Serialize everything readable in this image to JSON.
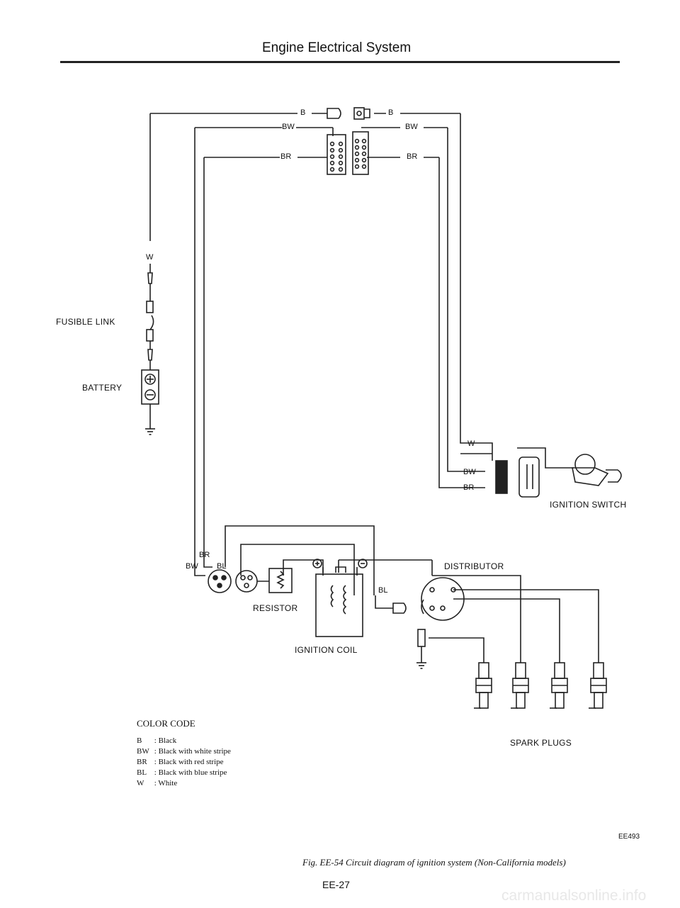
{
  "header": {
    "title": "Engine Electrical System"
  },
  "labels": {
    "fusible_link": "FUSIBLE LINK",
    "battery": "BATTERY",
    "resistor": "RESISTOR",
    "ignition_coil": "IGNITION COIL",
    "distributor": "DISTRIBUTOR",
    "ignition_switch": "IGNITION SWITCH",
    "spark_plugs": "SPARK PLUGS"
  },
  "wires": {
    "b": "B",
    "bw": "BW",
    "br": "BR",
    "bl": "BL",
    "w": "W"
  },
  "color_code": {
    "title": "COLOR CODE",
    "rows": [
      {
        "code": "B",
        "desc": "Black"
      },
      {
        "code": "BW",
        "desc": "Black with white stripe"
      },
      {
        "code": "BR",
        "desc": "Black with red stripe"
      },
      {
        "code": "BL",
        "desc": "Black with blue stripe"
      },
      {
        "code": "W",
        "desc": "White"
      }
    ]
  },
  "figure": {
    "id": "EE493",
    "caption": "Fig. EE-54  Circuit diagram of ignition system (Non-California models)",
    "page": "EE-27"
  },
  "watermark": "carmanualsonline.info"
}
